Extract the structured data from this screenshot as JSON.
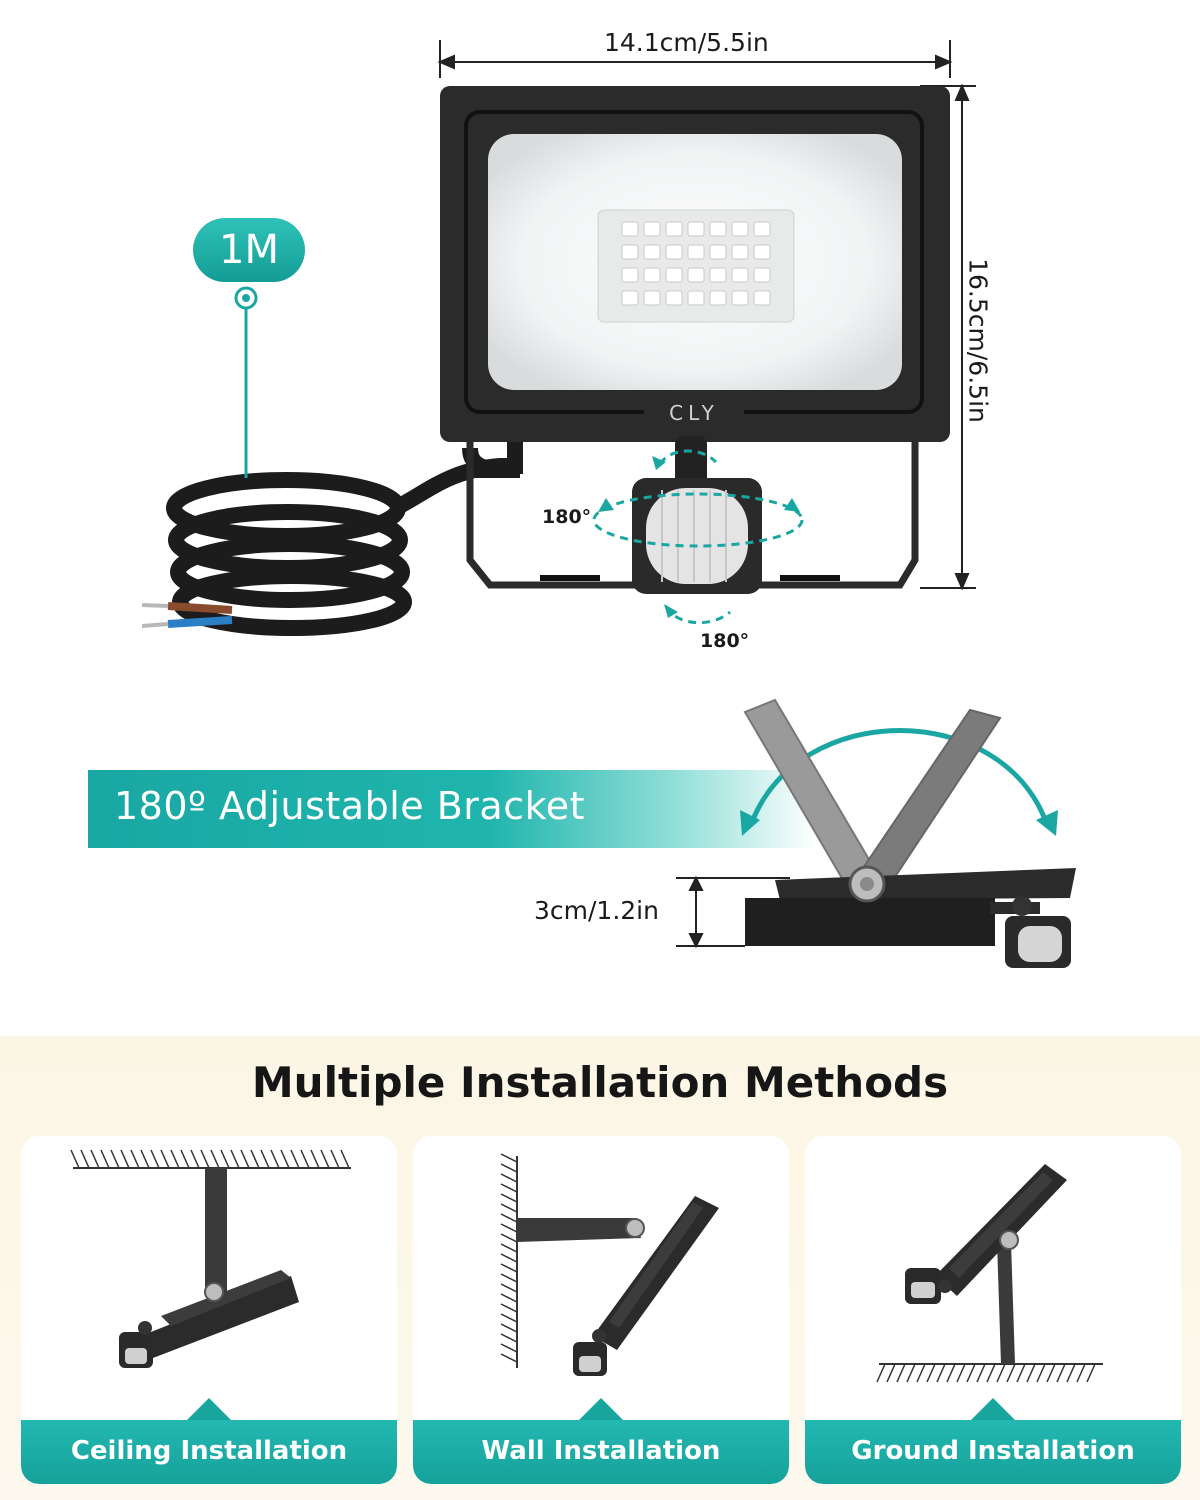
{
  "dimensions": {
    "width_label": "14.1cm/5.5in",
    "height_label": "16.5cm/6.5in",
    "depth_label": "3cm/1.2in",
    "cable_length": "1M",
    "rotation_horizontal": "180°",
    "rotation_vertical": "180°"
  },
  "brand": "CLY",
  "bracket_banner": "180º Adjustable Bracket",
  "installation": {
    "title": "Multiple Installation Methods",
    "methods": [
      {
        "label": "Ceiling Installation",
        "icon": "ceiling-mount-icon"
      },
      {
        "label": "Wall Installation",
        "icon": "wall-mount-icon"
      },
      {
        "label": "Ground Installation",
        "icon": "ground-mount-icon"
      }
    ]
  },
  "colors": {
    "accent": "#1aa7a3",
    "housing": "#2b2b2b",
    "background_bottom": "#fbf6e4"
  }
}
